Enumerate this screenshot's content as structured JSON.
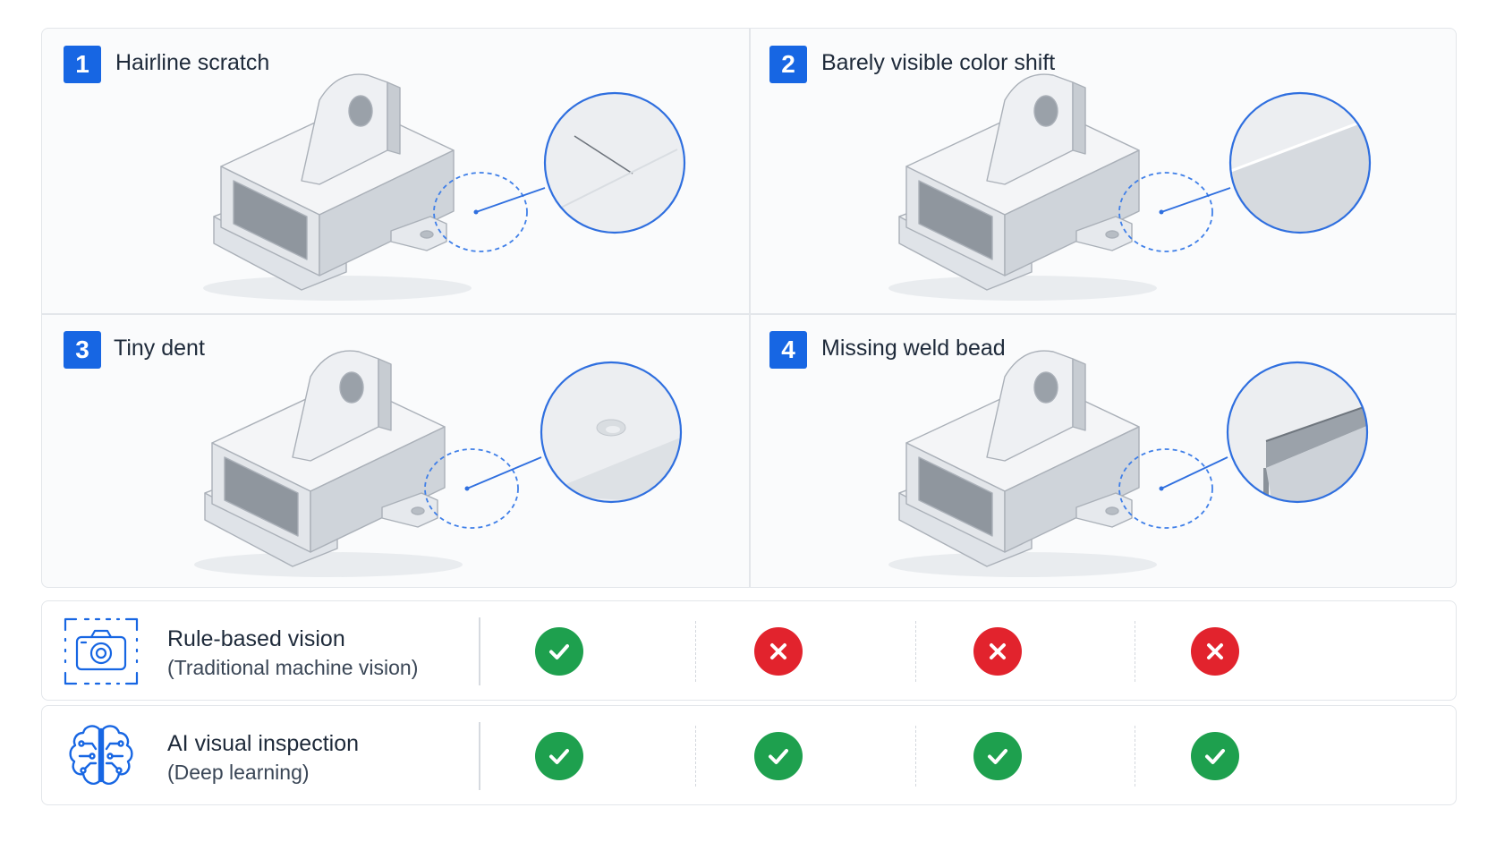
{
  "colors": {
    "accent": "#1766e3",
    "pass": "#1ea04e",
    "fail": "#e2232d"
  },
  "defects": [
    {
      "number": "1",
      "title": "Hairline scratch"
    },
    {
      "number": "2",
      "title": "Barely visible color shift"
    },
    {
      "number": "3",
      "title": "Tiny dent"
    },
    {
      "number": "4",
      "title": "Missing weld bead"
    }
  ],
  "methods": [
    {
      "name": "Rule-based vision",
      "subtitle": "(Traditional machine vision)",
      "icon": "camera-icon",
      "results": [
        "pass",
        "fail",
        "fail",
        "fail"
      ]
    },
    {
      "name": "AI visual inspection",
      "subtitle": "(Deep learning)",
      "icon": "brain-circuit-icon",
      "results": [
        "pass",
        "pass",
        "pass",
        "pass"
      ]
    }
  ]
}
